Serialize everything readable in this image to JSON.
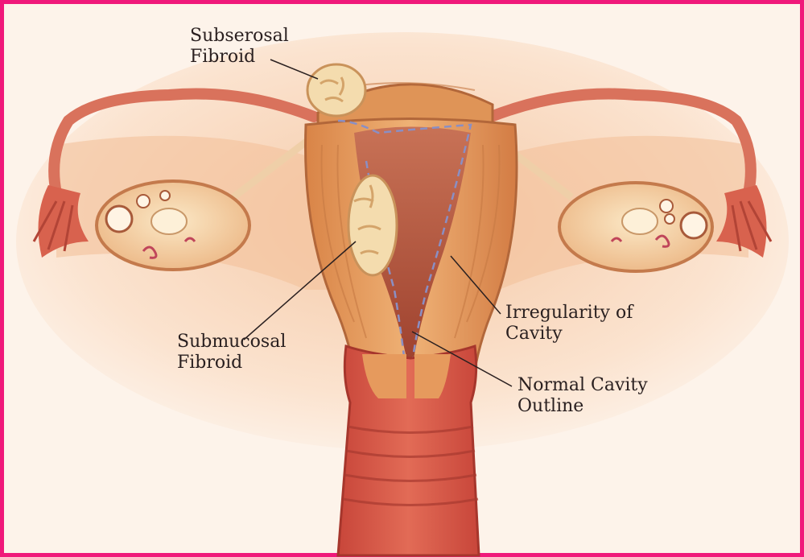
{
  "labels": {
    "subserosal": {
      "line1": "Subserosal",
      "line2": "Fibroid"
    },
    "submucosal": {
      "line1": "Submucosal",
      "line2": "Fibroid"
    },
    "irregularity": {
      "line1": "Irregularity of",
      "line2": "Cavity"
    },
    "normal": {
      "line1": "Normal Cavity",
      "line2": "Outline"
    }
  },
  "colors": {
    "border": "#f0187a",
    "background": "#fdf3ea",
    "tissue": "#e9a36d",
    "cavity": "#b5583c",
    "fibroid": "#f4dcae",
    "outline": "#8a8fc4"
  }
}
